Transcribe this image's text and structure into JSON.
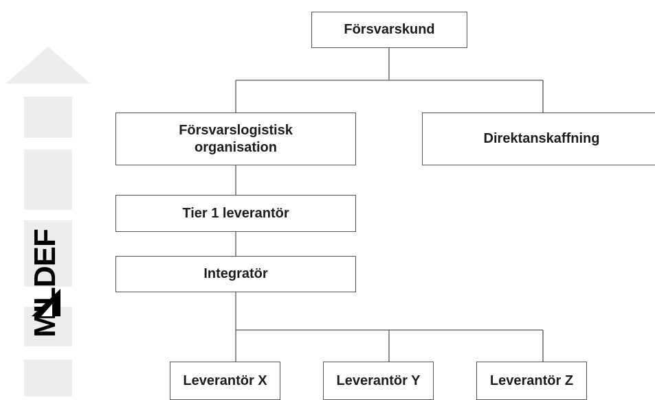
{
  "nodes": {
    "root": "Försvarskund",
    "logistics": "Försvarslogistisk\norganisation",
    "direct": "Direktanskaffning",
    "tier1": "Tier 1 leverantör",
    "integrator": "Integratör",
    "supplier_x": "Leverantör X",
    "supplier_y": "Leverantör Y",
    "supplier_z": "Leverantör Z"
  },
  "logo": {
    "text": "MILDEF",
    "icon": "mildef-triangle-icon"
  },
  "colors": {
    "box_border": "#555555",
    "line": "#555555",
    "arrow": "#ededed",
    "text": "#1c1c1c"
  }
}
